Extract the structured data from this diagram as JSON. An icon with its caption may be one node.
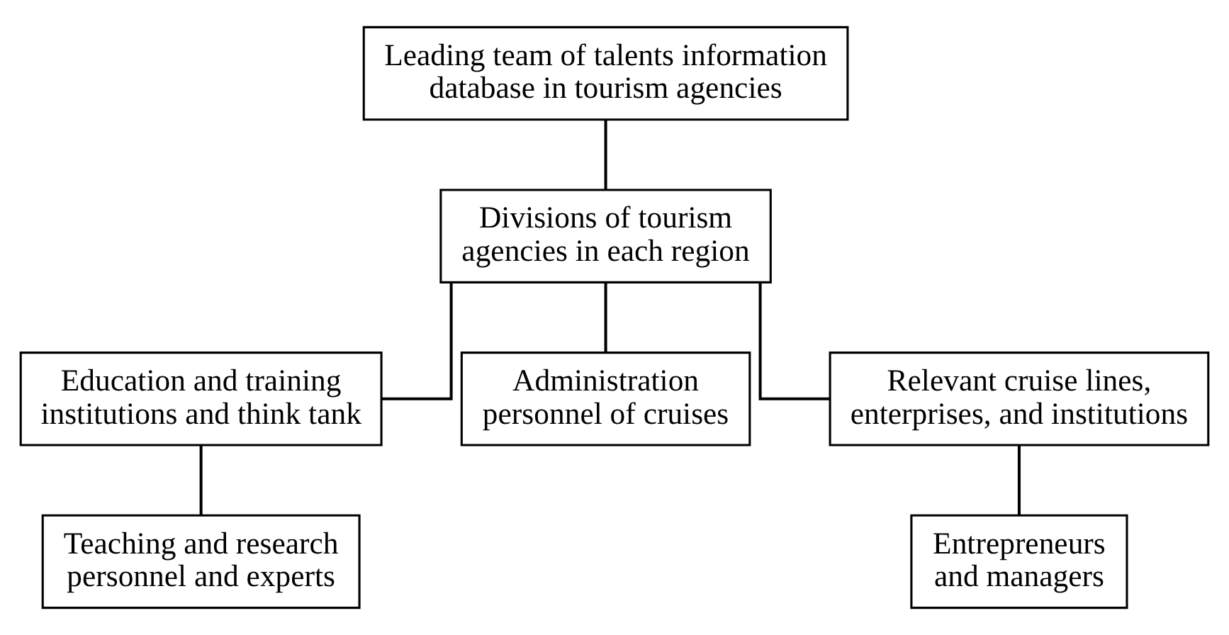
{
  "diagram": {
    "nodes": [
      {
        "text": [
          "Leading team of talents information database in tourism agencies"
        ]
      },
      {
        "text": [
          "Divisions of tourism agencies in each region"
        ]
      },
      {
        "text": [
          "Education and training institutions and think tank"
        ]
      },
      {
        "text": [
          "Administration personnel of cruises"
        ]
      },
      {
        "text": [
          "Relevant cruise lines, enterprises, and institutions"
        ]
      },
      {
        "text": [
          "Teaching and research personnel and experts"
        ]
      },
      {
        "text": [
          "Entrepreneurs and managers"
        ]
      }
    ],
    "edges": [
      {
        "from": 0,
        "to": 1,
        "arrow": "none"
      },
      {
        "from": 1,
        "to": 2,
        "arrow": "none"
      },
      {
        "from": 1,
        "to": 3,
        "arrow": "none"
      },
      {
        "from": 1,
        "to": 4,
        "arrow": "none"
      },
      {
        "from": 2,
        "to": 5,
        "arrow": "none"
      },
      {
        "from": 4,
        "to": 6,
        "arrow": "none"
      }
    ]
  }
}
